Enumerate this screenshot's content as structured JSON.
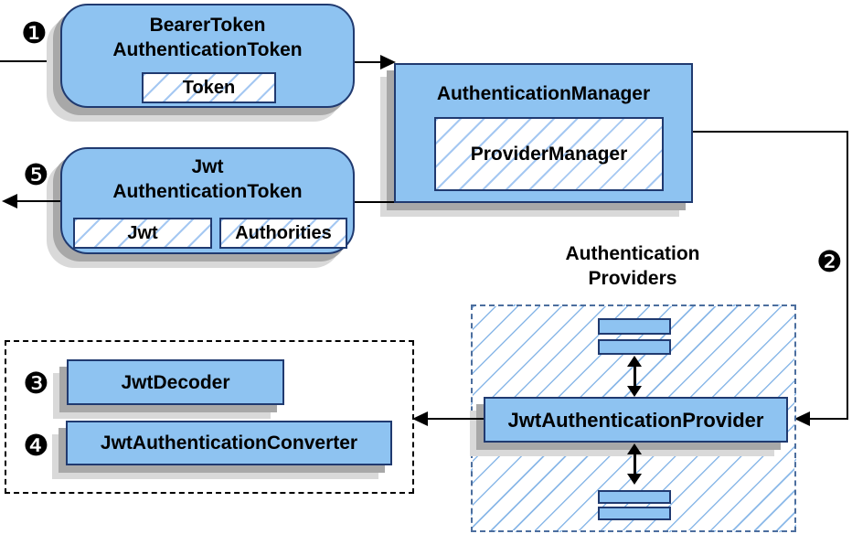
{
  "nodes": {
    "bearer": {
      "title_line1": "BearerToken",
      "title_line2": "AuthenticationToken",
      "field": "Token"
    },
    "manager": {
      "title": "AuthenticationManager",
      "inner": "ProviderManager"
    },
    "jwt": {
      "title_line1": "Jwt",
      "title_line2": "AuthenticationToken",
      "fields": [
        "Jwt",
        "Authorities"
      ]
    },
    "providers_group": {
      "label_line1": "Authentication",
      "label_line2": "Providers",
      "provider": "JwtAuthenticationProvider"
    },
    "helpers": {
      "decoder": "JwtDecoder",
      "converter": "JwtAuthenticationConverter"
    }
  },
  "steps": [
    {
      "id": 1,
      "glyph": "❶"
    },
    {
      "id": 2,
      "glyph": "❷"
    },
    {
      "id": 3,
      "glyph": "❸"
    },
    {
      "id": 4,
      "glyph": "❹"
    },
    {
      "id": 5,
      "glyph": "❺"
    }
  ],
  "colors": {
    "node_fill": "#8ec3f1",
    "node_border": "#203a70",
    "hatch_line": "#a5c8f2",
    "providers_hatch": "#8ab8e8",
    "providers_border": "#4c6e9e",
    "helpers_border": "#000000",
    "shadow_dark": "#a8a8a8",
    "shadow_light": "#d9d9d9",
    "arrow": "#000000"
  }
}
